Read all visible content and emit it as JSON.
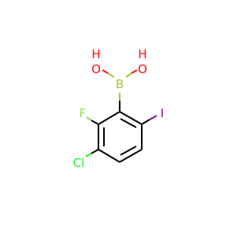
{
  "molecule": {
    "atoms": [
      {
        "id": "o1",
        "element": "O",
        "label": "OH",
        "color": "#ff0d0d",
        "name": "hydroxyl-o1-label"
      },
      {
        "id": "o2",
        "element": "O",
        "label": "OH",
        "color": "#ff0d0d",
        "name": "hydroxyl-o2-label"
      },
      {
        "id": "b",
        "element": "B",
        "label": "B",
        "color": "#a4c630",
        "name": "boron-label"
      },
      {
        "id": "f",
        "element": "F",
        "label": "F",
        "color": "#90e050",
        "name": "fluorine-label"
      },
      {
        "id": "i",
        "element": "I",
        "label": "I",
        "color": "#940094",
        "name": "iodine-label"
      },
      {
        "id": "cl",
        "element": "Cl",
        "label": "Cl",
        "color": "#1ff01f",
        "name": "chlorine-label"
      }
    ],
    "bond_color": "#000000"
  }
}
